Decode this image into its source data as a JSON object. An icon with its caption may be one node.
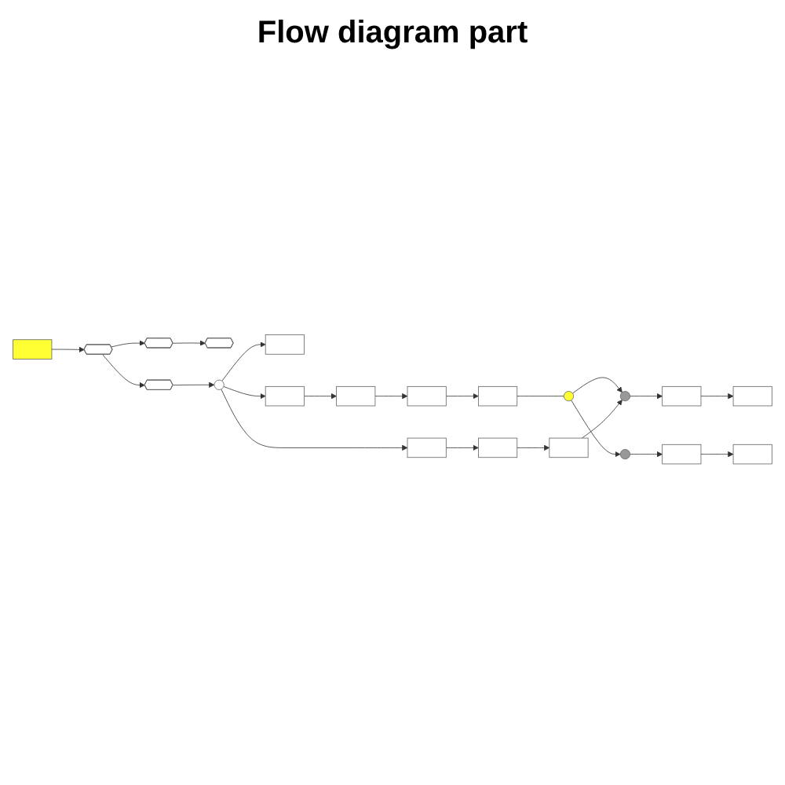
{
  "diagram": {
    "title": "Flow diagram part",
    "nodes": [
      {
        "text": [],
        "shape": "box"
      },
      {
        "text": [],
        "shape": "hexagon"
      },
      {
        "text": [],
        "shape": "hexagon"
      },
      {
        "text": [],
        "shape": "hexagon"
      },
      {
        "text": [],
        "shape": "hexagon"
      },
      {
        "text": [],
        "shape": "circle"
      },
      {
        "text": [],
        "shape": "box"
      },
      {
        "text": [],
        "shape": "box"
      },
      {
        "text": [],
        "shape": "box"
      },
      {
        "text": [],
        "shape": "box"
      },
      {
        "text": [],
        "shape": "box"
      },
      {
        "text": [],
        "shape": "box"
      },
      {
        "text": [],
        "shape": "box"
      },
      {
        "text": [],
        "shape": "circle"
      },
      {
        "text": [],
        "shape": "box"
      },
      {
        "text": [],
        "shape": "circle"
      },
      {
        "text": [],
        "shape": "box"
      },
      {
        "text": [],
        "shape": "box"
      },
      {
        "text": [],
        "shape": "circle"
      },
      {
        "text": [],
        "shape": "box"
      },
      {
        "text": [],
        "shape": "box"
      }
    ],
    "edges": [
      {
        "from": 0,
        "to": 1,
        "arrow": "to"
      },
      {
        "from": 1,
        "to": 2,
        "arrow": "to"
      },
      {
        "from": 1,
        "to": 3,
        "arrow": "to"
      },
      {
        "from": 3,
        "to": 5,
        "arrow": "to"
      },
      {
        "from": 2,
        "to": 4,
        "arrow": "to"
      },
      {
        "from": 5,
        "to": 6,
        "arrow": "to"
      },
      {
        "from": 5,
        "to": 7,
        "arrow": "to"
      },
      {
        "from": 5,
        "to": 8,
        "arrow": "to"
      },
      {
        "from": 7,
        "to": 10,
        "arrow": "to"
      },
      {
        "from": 8,
        "to": 9,
        "arrow": "to"
      },
      {
        "from": 9,
        "to": 11,
        "arrow": "to"
      },
      {
        "from": 11,
        "to": 12,
        "arrow": "to"
      },
      {
        "from": 10,
        "to": 14,
        "arrow": "to"
      },
      {
        "from": 12,
        "to": 13,
        "arrow": "none"
      },
      {
        "from": 13,
        "to": 15,
        "arrow": "to"
      },
      {
        "from": 13,
        "to": 18,
        "arrow": "to"
      },
      {
        "from": 15,
        "to": 16,
        "arrow": "to"
      },
      {
        "from": 16,
        "to": 17,
        "arrow": "to"
      },
      {
        "from": 18,
        "to": 19,
        "arrow": "to"
      },
      {
        "from": 19,
        "to": 20,
        "arrow": "to"
      },
      {
        "from": 14,
        "to": 18,
        "arrow": "to"
      }
    ]
  }
}
